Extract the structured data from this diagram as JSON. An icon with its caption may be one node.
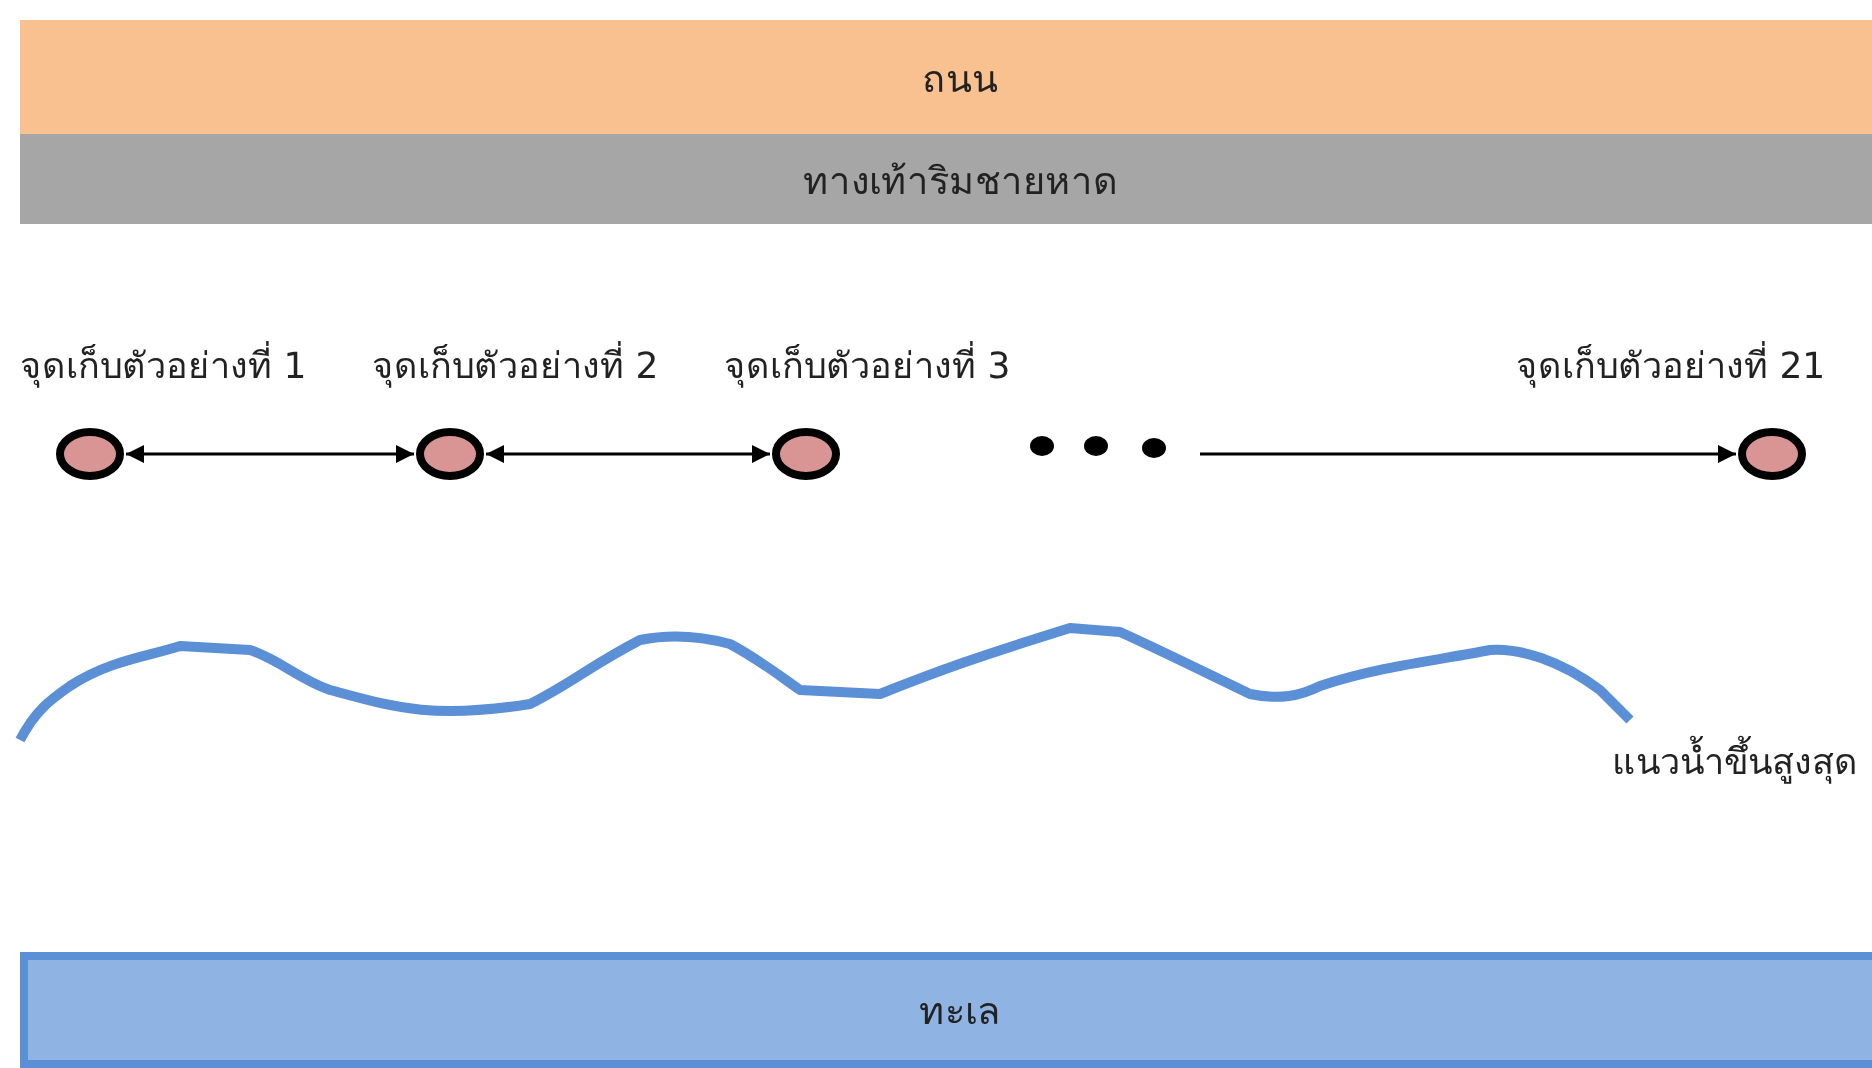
{
  "diagram": {
    "nodes": [
      {
        "text": [
          "ถนน"
        ]
      },
      {
        "text": [
          "ทางเท้าริมชายหาด"
        ]
      },
      {
        "text": [
          "จุดเก็บตัวอย่างที่ 1"
        ]
      },
      {
        "text": [
          "จุดเก็บตัวอย่างที่ 2"
        ]
      },
      {
        "text": [
          "จุดเก็บตัวอย่างที่ 3"
        ]
      },
      {
        "text": [
          "จุดเก็บตัวอย่างที่ 21"
        ]
      },
      {
        "text": [
          "ทะเล"
        ]
      }
    ],
    "edges": [
      {
        "from": 2,
        "to": 3,
        "arrow": "both"
      },
      {
        "from": 3,
        "to": 4,
        "arrow": "both"
      },
      {
        "from": null,
        "to": 5,
        "arrow": "to"
      }
    ],
    "labels": [
      "แนวน้ำขึ้นสูงสุด"
    ]
  }
}
